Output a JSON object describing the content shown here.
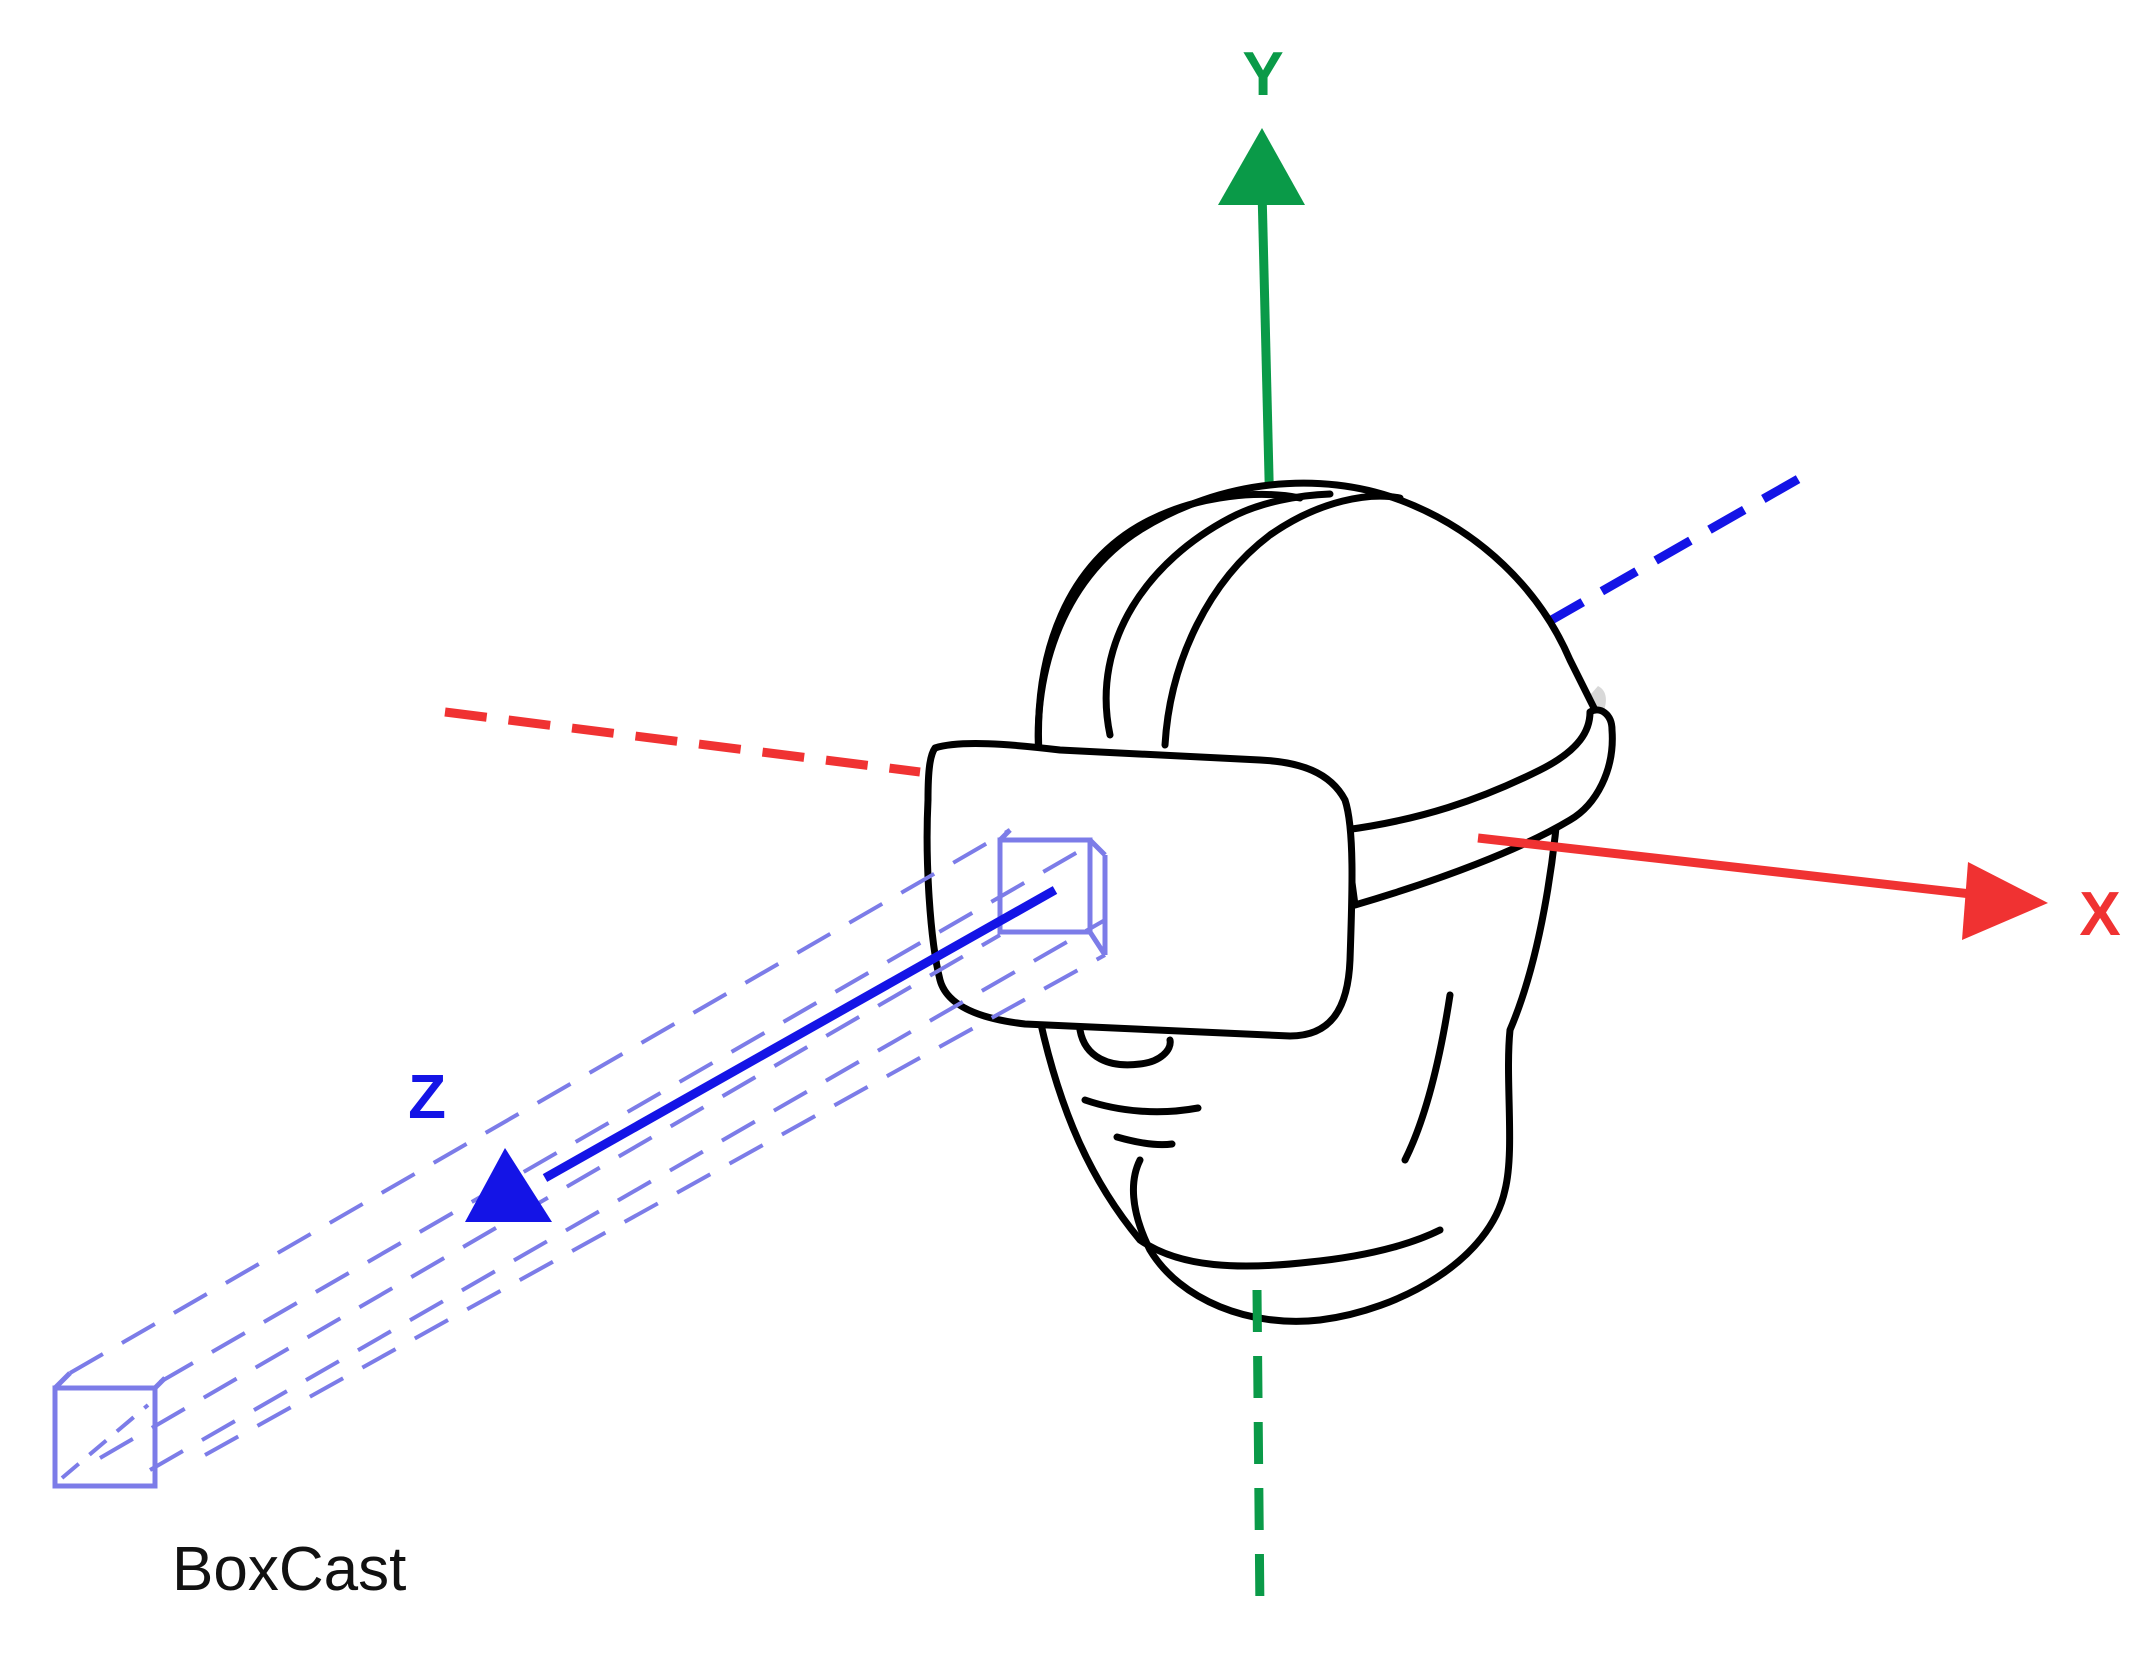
{
  "axes": {
    "x": {
      "label": "X",
      "color": "#f03232"
    },
    "y": {
      "label": "Y",
      "color": "#0a9a48"
    },
    "z": {
      "label": "Z",
      "color": "#1414e6"
    }
  },
  "boxcast": {
    "label": "BoxCast",
    "color": "#7c7ce8"
  },
  "figure": {
    "outline_color": "#000000",
    "shadow_color": "#d8d8d8",
    "subject": "person-wearing-vr-headset"
  }
}
